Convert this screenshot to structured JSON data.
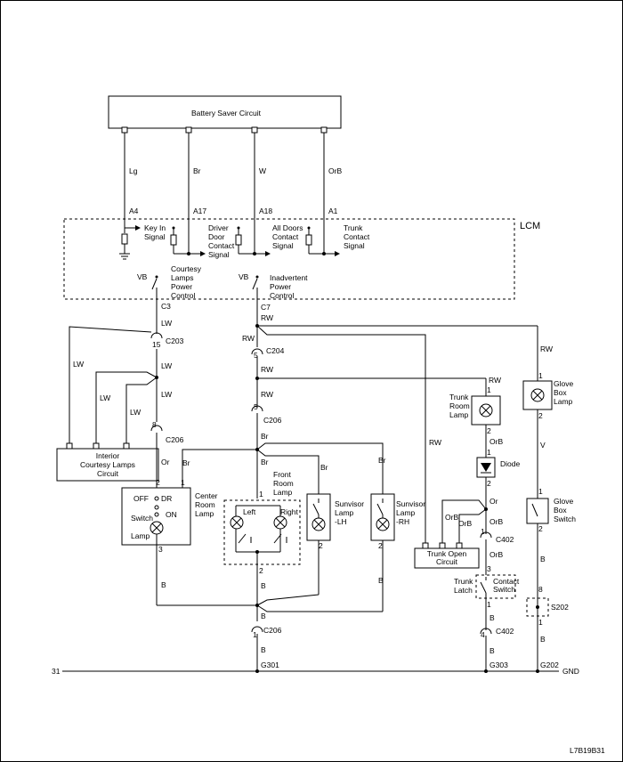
{
  "battery_saver": {
    "title": "Battery Saver Circuit"
  },
  "lcm": {
    "label": "LCM"
  },
  "wires_top": [
    "Lg",
    "Br",
    "W",
    "OrB"
  ],
  "pins_top": [
    "A4",
    "A17",
    "A18",
    "A1"
  ],
  "signals": {
    "key_in": [
      "Key In",
      "Signal"
    ],
    "driver_door": [
      "Driver",
      "Door",
      "Contact",
      "Signal"
    ],
    "all_doors": [
      "All Doors",
      "Contact",
      "Signal"
    ],
    "trunk_contact": [
      "Trunk",
      "Contact",
      "Signal"
    ]
  },
  "controls": {
    "vb1": "VB",
    "vb2": "VB",
    "courtesy": [
      "Courtesy",
      "Lamps",
      "Power",
      "Control"
    ],
    "inadvertent": [
      "Inadvertent",
      "Power",
      "Control"
    ]
  },
  "connectors": {
    "c3": "C3",
    "c7": "C7",
    "c203": "C203",
    "c203_pin": "15",
    "c204": "C204",
    "c204_pin": "5",
    "c206a": "C206",
    "c206a_pin": "5",
    "c206b": "C206",
    "c206b_pin": "8",
    "c206c": "C206",
    "c206c_pin": "1",
    "c402a": "C402",
    "c402a_pin": "1",
    "c402b": "C402",
    "c402b_pin": "4",
    "s202": "S202",
    "g301": "G301",
    "g303": "G303",
    "g202": "G202",
    "gnd": "GND",
    "bus31": "31",
    "figure_id": "L7B19B31"
  },
  "wire_labels": {
    "lw": "LW",
    "rw": "RW",
    "br": "Br",
    "b": "B",
    "or": "Or",
    "orb": "OrB",
    "v": "V"
  },
  "components": {
    "interior": [
      "Interior",
      "Courtesy Lamps",
      "Circuit"
    ],
    "center_room": [
      "Center",
      "Room",
      "Lamp"
    ],
    "front_room": [
      "Front",
      "Room",
      "Lamp"
    ],
    "left": "Left",
    "right": "Right",
    "sunvisor_lh": [
      "Sunvisor",
      "Lamp",
      "-LH"
    ],
    "sunvisor_rh": [
      "Sunvisor",
      "Lamp",
      "-RH"
    ],
    "trunk_room": [
      "Trunk",
      "Room",
      "Lamp"
    ],
    "diode": "Diode",
    "trunk_open": [
      "Trunk Open",
      "Circuit"
    ],
    "trunk_latch": [
      "Trunk",
      "Latch"
    ],
    "contact_switch": [
      "Contact",
      "Switch"
    ],
    "glove_lamp": [
      "Glove",
      "Box",
      "Lamp"
    ],
    "glove_switch": [
      "Glove",
      "Box",
      "Switch"
    ],
    "switch_off": "OFF",
    "switch_dr": "DR",
    "switch_on": "ON",
    "switch_label": "Switch",
    "lamp_label": "Lamp"
  }
}
